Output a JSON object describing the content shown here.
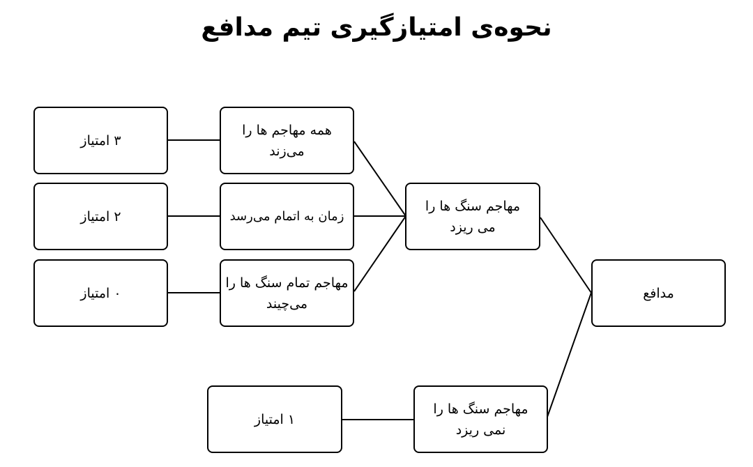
{
  "title": "نحوه‌ی امتیازگیری تیم مدافع",
  "nodes": {
    "root": "مدافع",
    "breaks": "مهاجم سنگ ها را می ریزد",
    "not_breaks": "مهاجم سنگ ها را نمی ریزد",
    "hits_all": "همه مهاجم ها را می‌زند",
    "time_up": "زمان به اتمام می‌رسد",
    "stacks_all": "مهاجم تمام سنگ ها را می‌چیند",
    "score_3": "۳ امتیاز",
    "score_2": "۲ امتیاز",
    "score_0": "۰ امتیاز",
    "score_1": "۱ امتیاز"
  },
  "colors": {
    "stroke": "#000000",
    "background": "#ffffff"
  }
}
